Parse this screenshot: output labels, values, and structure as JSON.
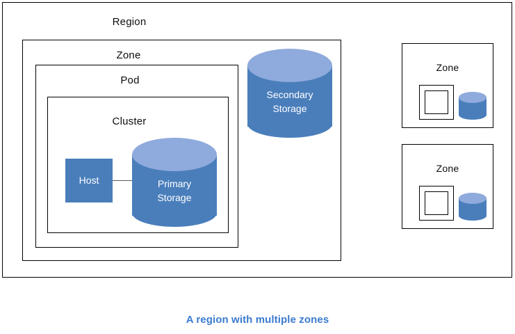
{
  "diagram": {
    "caption": "A region with multiple zones",
    "caption_color": "#3a7bd0",
    "region": {
      "label": "Region",
      "zone_main": {
        "label": "Zone",
        "pod": {
          "label": "Pod",
          "cluster": {
            "label": "Cluster",
            "host": {
              "label": "Host",
              "fill": "#4a7ebb",
              "text_color": "#ffffff"
            },
            "primary_storage": {
              "label": "Primary\nStorage",
              "body_fill": "#4a7ebb",
              "top_fill": "#8faadc",
              "text_color": "#ffffff"
            },
            "connector": {
              "from": "Host",
              "to": "Primary Storage",
              "color": "#5a5a5a"
            }
          }
        },
        "secondary_storage": {
          "label": "Secondary\nStorage",
          "body_fill": "#4a7ebb",
          "top_fill": "#8faadc",
          "text_color": "#ffffff"
        }
      },
      "zones_small": [
        {
          "label": "Zone",
          "storage": {
            "body_fill": "#4a7ebb",
            "top_fill": "#8faadc"
          }
        },
        {
          "label": "Zone",
          "storage": {
            "body_fill": "#4a7ebb",
            "top_fill": "#8faadc"
          }
        }
      ]
    },
    "colors": {
      "border": "#000000",
      "background": "#ffffff",
      "accent_blue": "#4a7ebb",
      "accent_light_blue": "#8faadc"
    }
  }
}
